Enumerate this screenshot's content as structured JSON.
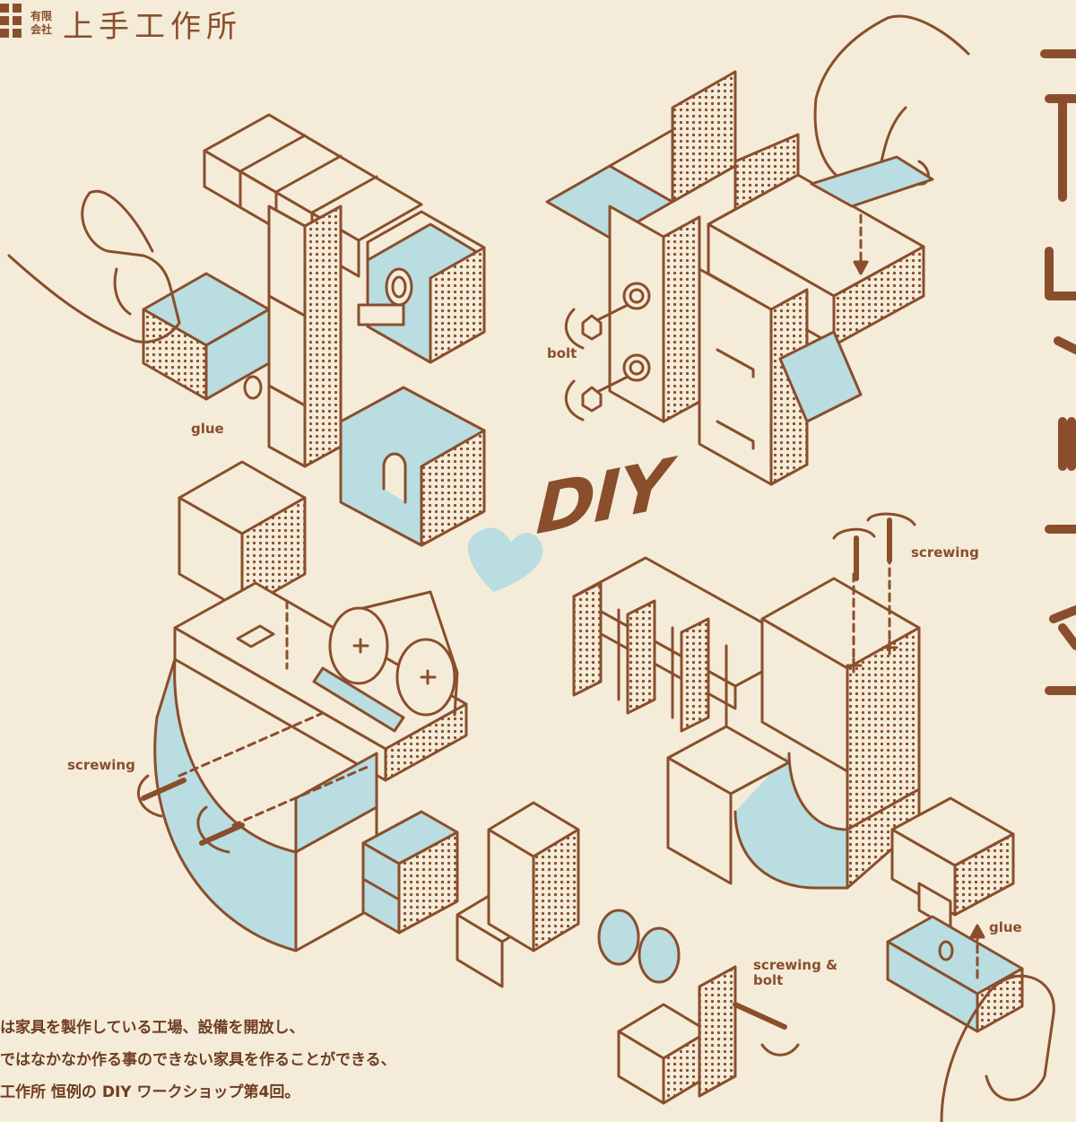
{
  "header": {
    "company_type_line1": "有限",
    "company_type_line2": "会社",
    "company_name": "上手工作所"
  },
  "labels": {
    "glue_left": "glue",
    "bolt": "bolt",
    "screwing_right": "screwing",
    "screwing_left": "screwing",
    "screwing_bolt": "screwing &\nbolt",
    "glue_right": "glue",
    "diy": "DIY"
  },
  "description": {
    "line1": "は家具を製作している工場、設備を開放し、",
    "line2": "ではなかなか作る事のできない家具を作ることができる、",
    "line3": "工作所 恒例の DIY ワークショップ第4回。"
  },
  "colors": {
    "background": "#f4ecd9",
    "line": "#8a4e2c",
    "fill": "#b9dde0"
  }
}
